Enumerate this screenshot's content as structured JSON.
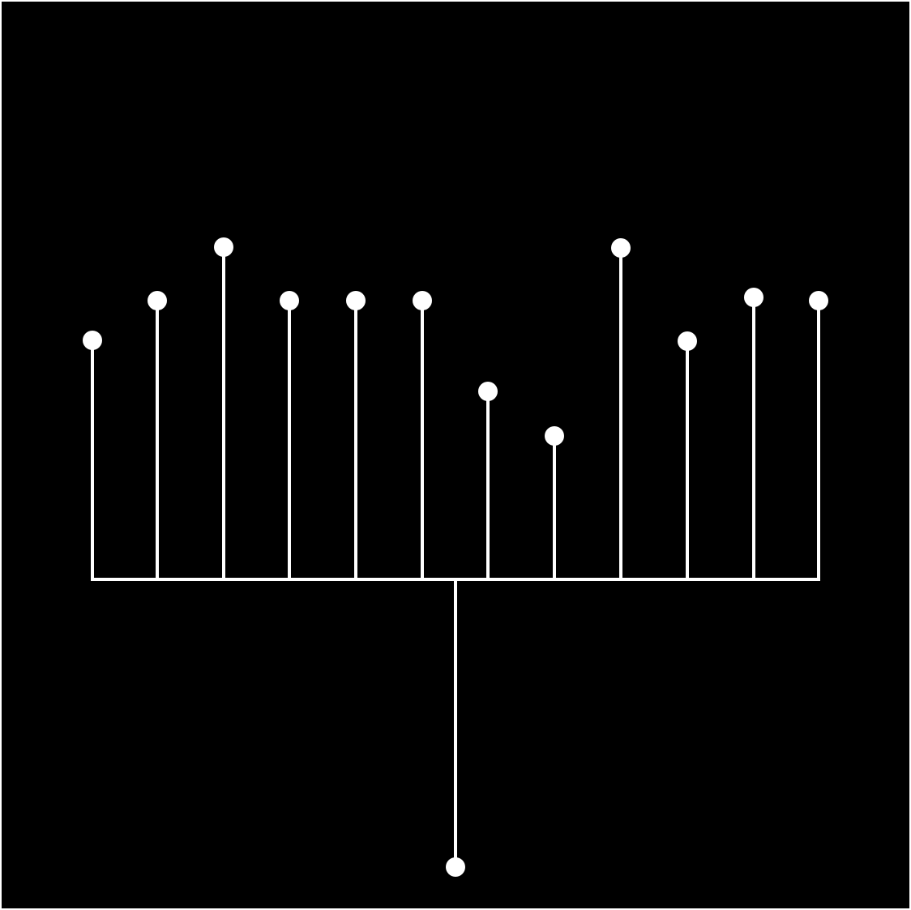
{
  "diagram": {
    "type": "tree",
    "colors": {
      "background": "#000000",
      "edge": "#ffffff",
      "node": "#ffffff",
      "frame": "#ffffff"
    },
    "root": {
      "id": "root",
      "label": ""
    },
    "leaves": [
      {
        "id": "leaf-1",
        "label": ""
      },
      {
        "id": "leaf-2",
        "label": ""
      },
      {
        "id": "leaf-3",
        "label": ""
      },
      {
        "id": "leaf-4",
        "label": ""
      },
      {
        "id": "leaf-5",
        "label": ""
      },
      {
        "id": "leaf-6",
        "label": ""
      },
      {
        "id": "leaf-7",
        "label": ""
      },
      {
        "id": "leaf-8",
        "label": ""
      },
      {
        "id": "leaf-9",
        "label": ""
      },
      {
        "id": "leaf-10",
        "label": ""
      },
      {
        "id": "leaf-11",
        "label": ""
      },
      {
        "id": "leaf-12",
        "label": ""
      }
    ]
  }
}
